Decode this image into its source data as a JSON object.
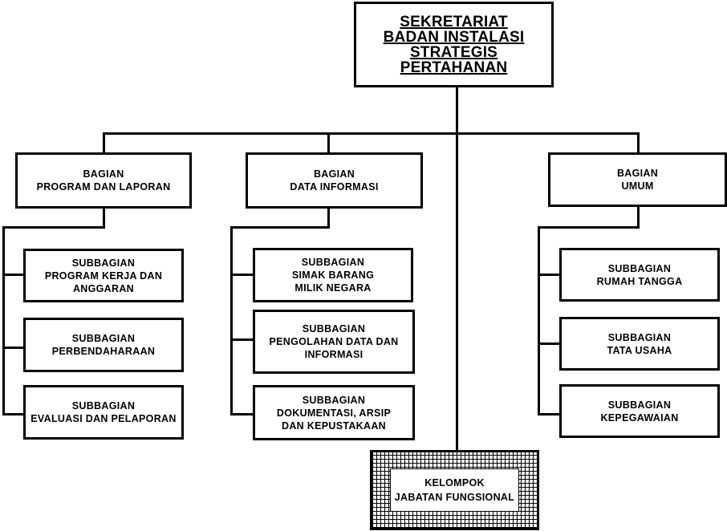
{
  "top": {
    "lines": [
      "SEKRETARIAT",
      "BADAN INSTALASI",
      "STRATEGIS",
      "PERTAHANAN"
    ]
  },
  "departments": [
    {
      "lines": [
        "BAGIAN",
        "PROGRAM DAN LAPORAN"
      ],
      "subdivisions": [
        {
          "lines": [
            "SUBBAGIAN",
            "PROGRAM KERJA DAN",
            "ANGGARAN"
          ]
        },
        {
          "lines": [
            "SUBBAGIAN",
            "PERBENDAHARAAN"
          ]
        },
        {
          "lines": [
            "SUBBAGIAN",
            "EVALUASI DAN PELAPORAN"
          ]
        }
      ]
    },
    {
      "lines": [
        "BAGIAN",
        "DATA INFORMASI"
      ],
      "subdivisions": [
        {
          "lines": [
            "SUBBAGIAN",
            "SIMAK BARANG",
            "MILIK NEGARA"
          ]
        },
        {
          "lines": [
            "SUBBAGIAN",
            "PENGOLAHAN DATA DAN",
            "INFORMASI"
          ]
        },
        {
          "lines": [
            "SUBBAGIAN",
            "DOKUMENTASI, ARSIP",
            "DAN KEPUSTAKAAN"
          ]
        }
      ]
    },
    {
      "lines": [
        "BAGIAN",
        "UMUM"
      ],
      "subdivisions": [
        {
          "lines": [
            "SUBBAGIAN",
            "RUMAH TANGGA"
          ]
        },
        {
          "lines": [
            "SUBBAGIAN",
            "TATA USAHA"
          ]
        },
        {
          "lines": [
            "SUBBAGIAN",
            "KEPEGAWAIAN"
          ]
        }
      ]
    }
  ],
  "functional_group": {
    "lines": [
      "KELOMPOK",
      "JABATAN FUNGSIONAL"
    ]
  }
}
